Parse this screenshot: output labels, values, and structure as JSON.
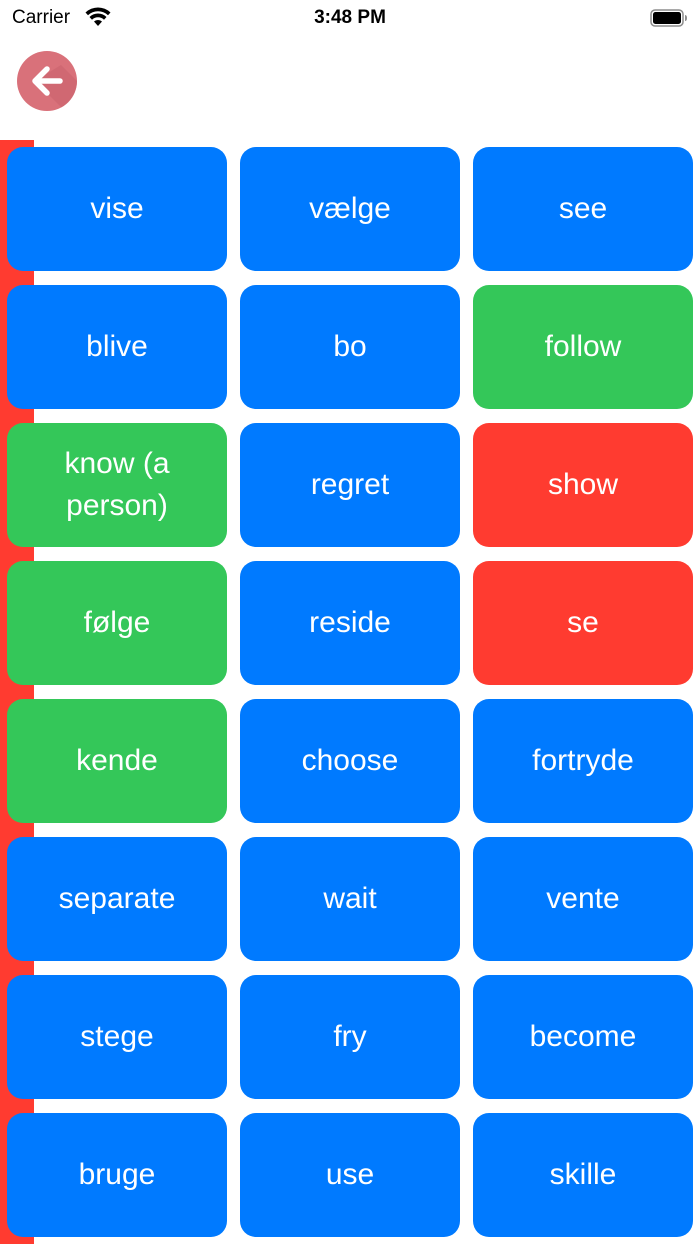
{
  "status_bar": {
    "carrier": "Carrier",
    "time": "3:48 PM",
    "icons": [
      "wifi-icon",
      "battery-icon"
    ]
  },
  "header": {
    "back_button": {
      "icon": "arrow-left-icon",
      "color": "#d9717a"
    }
  },
  "side_indicator": {
    "color": "#ff3b30"
  },
  "colors": {
    "blue": "#007aff",
    "green": "#34c759",
    "red": "#ff3b30"
  },
  "tiles": [
    {
      "label": "vise",
      "state": "blue"
    },
    {
      "label": "vælge",
      "state": "blue"
    },
    {
      "label": "see",
      "state": "blue"
    },
    {
      "label": "blive",
      "state": "blue"
    },
    {
      "label": "bo",
      "state": "blue"
    },
    {
      "label": "follow",
      "state": "green"
    },
    {
      "label": "know (a person)",
      "state": "green"
    },
    {
      "label": "regret",
      "state": "blue"
    },
    {
      "label": "show",
      "state": "red"
    },
    {
      "label": "følge",
      "state": "green"
    },
    {
      "label": "reside",
      "state": "blue"
    },
    {
      "label": "se",
      "state": "red"
    },
    {
      "label": "kende",
      "state": "green"
    },
    {
      "label": "choose",
      "state": "blue"
    },
    {
      "label": "fortryde",
      "state": "blue"
    },
    {
      "label": "separate",
      "state": "blue"
    },
    {
      "label": "wait",
      "state": "blue"
    },
    {
      "label": "vente",
      "state": "blue"
    },
    {
      "label": "stege",
      "state": "blue"
    },
    {
      "label": "fry",
      "state": "blue"
    },
    {
      "label": "become",
      "state": "blue"
    },
    {
      "label": "bruge",
      "state": "blue"
    },
    {
      "label": "use",
      "state": "blue"
    },
    {
      "label": "skille",
      "state": "blue"
    }
  ]
}
